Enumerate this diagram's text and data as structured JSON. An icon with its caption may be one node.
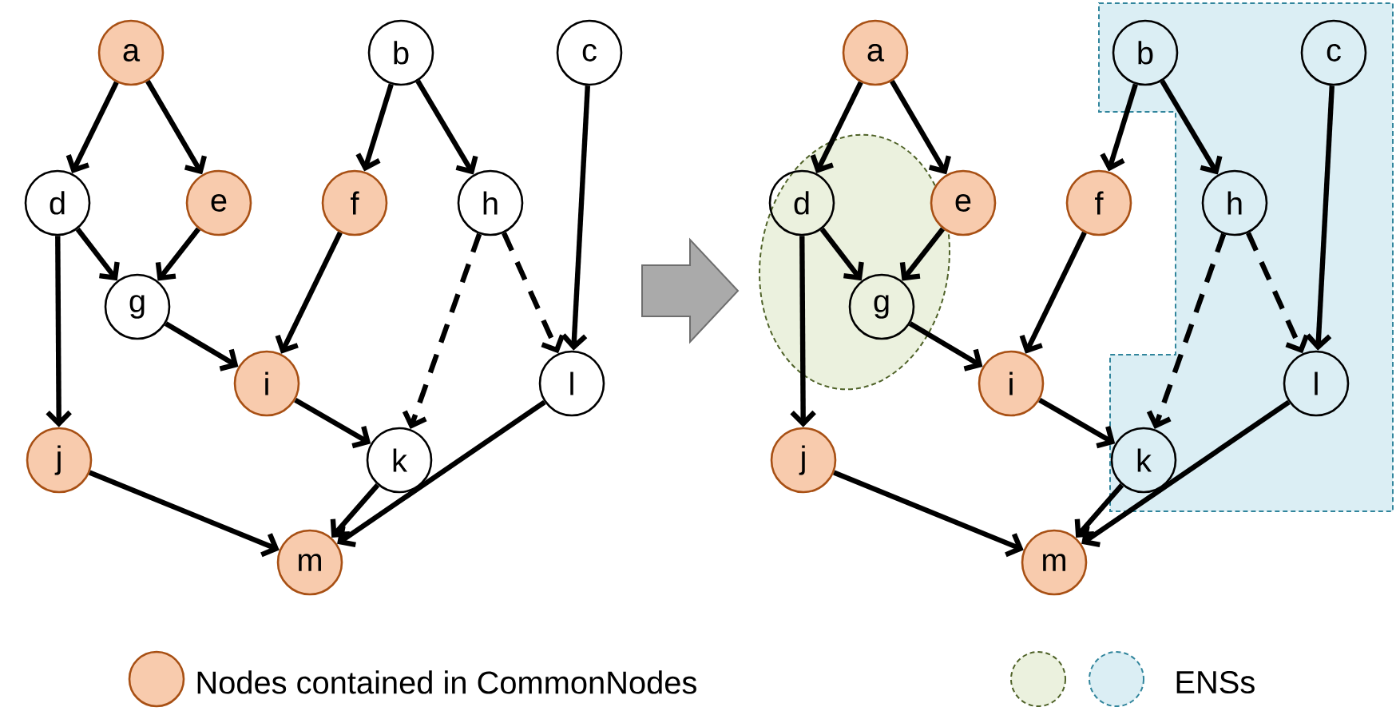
{
  "diagram": {
    "nodes": [
      {
        "text": [
          "a"
        ]
      },
      {
        "text": [
          "b"
        ]
      },
      {
        "text": [
          "c"
        ]
      },
      {
        "text": [
          "d"
        ]
      },
      {
        "text": [
          "e"
        ]
      },
      {
        "text": [
          "f"
        ]
      },
      {
        "text": [
          "g"
        ]
      },
      {
        "text": [
          "h"
        ]
      },
      {
        "text": [
          "i"
        ]
      },
      {
        "text": [
          "j"
        ]
      },
      {
        "text": [
          "k"
        ]
      },
      {
        "text": [
          "l"
        ]
      },
      {
        "text": [
          "m"
        ]
      },
      {
        "text": [
          "a"
        ]
      },
      {
        "text": [
          "b"
        ]
      },
      {
        "text": [
          "c"
        ]
      },
      {
        "text": [
          "d"
        ]
      },
      {
        "text": [
          "e"
        ]
      },
      {
        "text": [
          "f"
        ]
      },
      {
        "text": [
          "g"
        ]
      },
      {
        "text": [
          "h"
        ]
      },
      {
        "text": [
          "i"
        ]
      },
      {
        "text": [
          "j"
        ]
      },
      {
        "text": [
          "k"
        ]
      },
      {
        "text": [
          "l"
        ]
      },
      {
        "text": [
          "m"
        ]
      }
    ],
    "edges": [
      {
        "from": 0,
        "to": 3,
        "arrow": "to"
      },
      {
        "from": 0,
        "to": 4,
        "arrow": "to"
      },
      {
        "from": 1,
        "to": 5,
        "arrow": "to"
      },
      {
        "from": 1,
        "to": 7,
        "arrow": "to"
      },
      {
        "from": 2,
        "to": 11,
        "arrow": "to"
      },
      {
        "from": 3,
        "to": 9,
        "arrow": "to"
      },
      {
        "from": 3,
        "to": 6,
        "arrow": "to"
      },
      {
        "from": 4,
        "to": 6,
        "arrow": "to"
      },
      {
        "from": 5,
        "to": 8,
        "arrow": "to"
      },
      {
        "from": 6,
        "to": 8,
        "arrow": "to"
      },
      {
        "from": 7,
        "to": 10,
        "arrow": "to",
        "style": "dashed"
      },
      {
        "from": 7,
        "to": 11,
        "arrow": "to",
        "style": "dashed"
      },
      {
        "from": 8,
        "to": 10,
        "arrow": "to"
      },
      {
        "from": 9,
        "to": 12,
        "arrow": "to"
      },
      {
        "from": 10,
        "to": 12,
        "arrow": "to"
      },
      {
        "from": 11,
        "to": 12,
        "arrow": "to"
      },
      {
        "from": 13,
        "to": 16,
        "arrow": "to"
      },
      {
        "from": 13,
        "to": 17,
        "arrow": "to"
      },
      {
        "from": 14,
        "to": 18,
        "arrow": "to"
      },
      {
        "from": 14,
        "to": 20,
        "arrow": "to"
      },
      {
        "from": 15,
        "to": 24,
        "arrow": "to"
      },
      {
        "from": 16,
        "to": 22,
        "arrow": "to"
      },
      {
        "from": 16,
        "to": 19,
        "arrow": "to"
      },
      {
        "from": 17,
        "to": 19,
        "arrow": "to"
      },
      {
        "from": 18,
        "to": 21,
        "arrow": "to"
      },
      {
        "from": 19,
        "to": 21,
        "arrow": "to"
      },
      {
        "from": 20,
        "to": 23,
        "arrow": "to",
        "style": "dashed"
      },
      {
        "from": 20,
        "to": 24,
        "arrow": "to",
        "style": "dashed"
      },
      {
        "from": 21,
        "to": 23,
        "arrow": "to"
      },
      {
        "from": 22,
        "to": 25,
        "arrow": "to"
      },
      {
        "from": 23,
        "to": 25,
        "arrow": "to"
      },
      {
        "from": 24,
        "to": 25,
        "arrow": "to"
      }
    ],
    "legend": [
      {
        "text": "Nodes contained in CommonNodes",
        "color": "#f8cbad"
      },
      {
        "text": "ENSs"
      }
    ]
  }
}
